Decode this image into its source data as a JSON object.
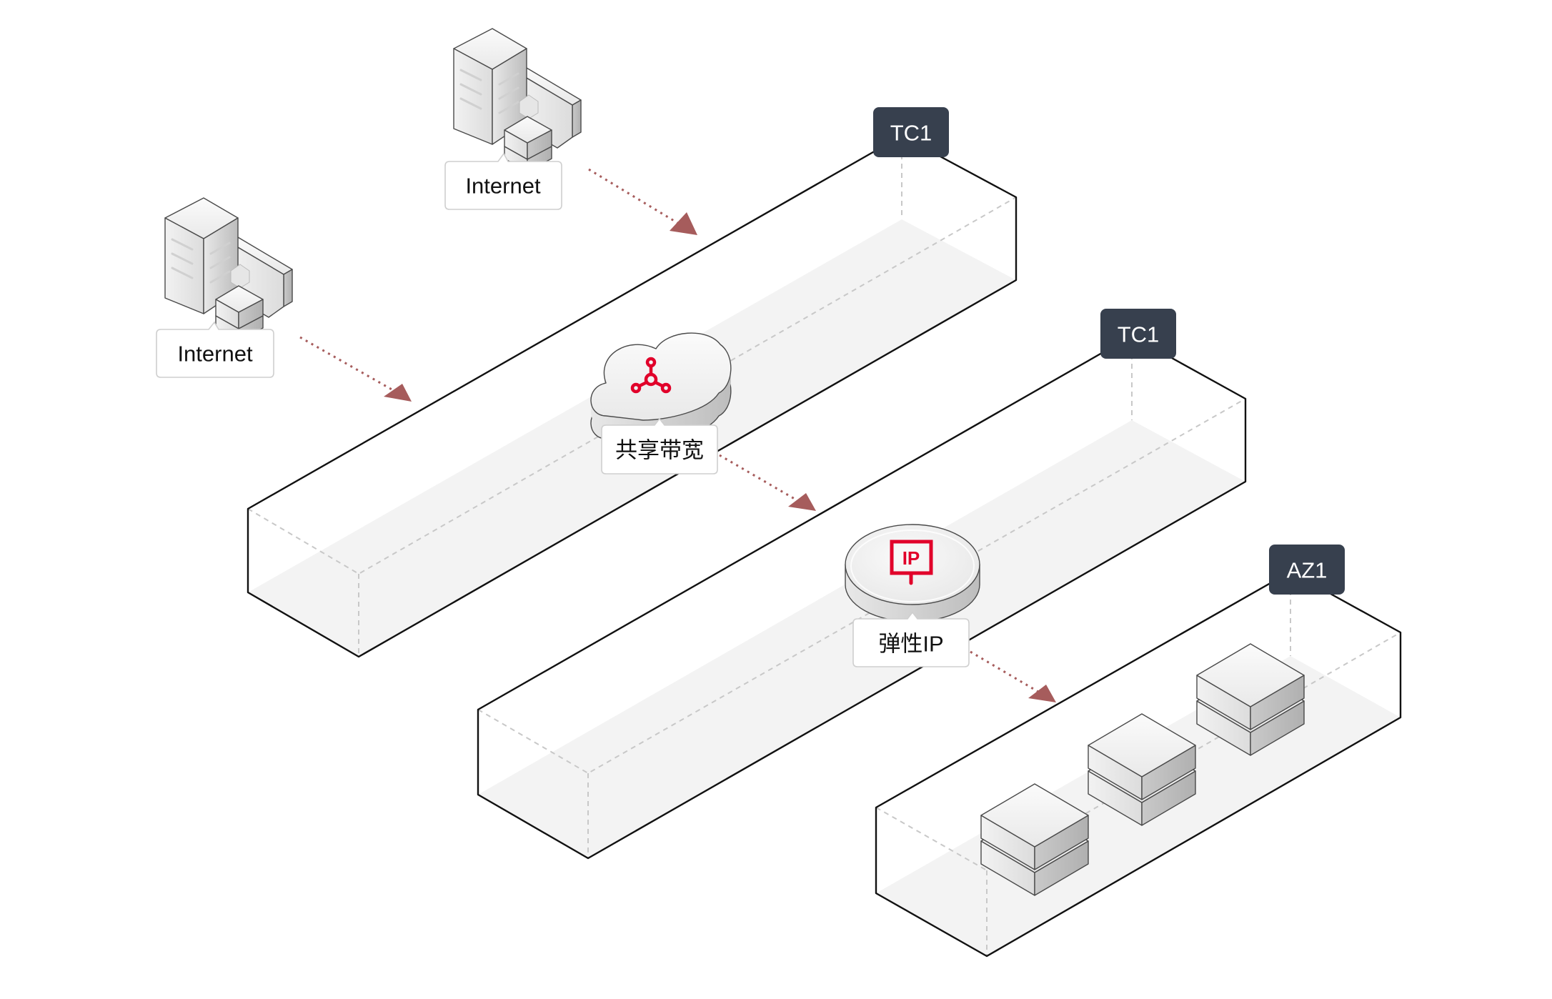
{
  "diagram": {
    "title": "Shared bandwidth with elastic IP topology",
    "colors": {
      "badge": "#37404e",
      "flow_arrow": "#a65c5c",
      "accent_icon": "#e1002a",
      "container_floor": "#f3f3f3"
    },
    "containers": [
      {
        "badge": "TC1",
        "kind": "region-zone"
      },
      {
        "badge": "TC1",
        "kind": "region-zone"
      },
      {
        "badge": "AZ1",
        "kind": "availability-zone"
      }
    ],
    "nodes": {
      "internet_top": {
        "label": "Internet",
        "icon": "building-datacenter-icon"
      },
      "internet_left": {
        "label": "Internet",
        "icon": "building-datacenter-icon"
      },
      "shared_bandwidth": {
        "label": "共享带宽",
        "icon": "cloud-network-hub-icon"
      },
      "elastic_ip": {
        "label": "弹性IP",
        "icon": "ip-tag-icon",
        "icon_text": "IP"
      },
      "servers": [
        {
          "icon": "server-stack-icon"
        },
        {
          "icon": "server-stack-icon"
        },
        {
          "icon": "server-stack-icon"
        }
      ]
    },
    "flows": [
      {
        "from": "internet_top",
        "to": "shared_bandwidth"
      },
      {
        "from": "internet_left",
        "to": "shared_bandwidth"
      },
      {
        "from": "shared_bandwidth",
        "to": "elastic_ip"
      },
      {
        "from": "elastic_ip",
        "to": "servers"
      }
    ]
  }
}
